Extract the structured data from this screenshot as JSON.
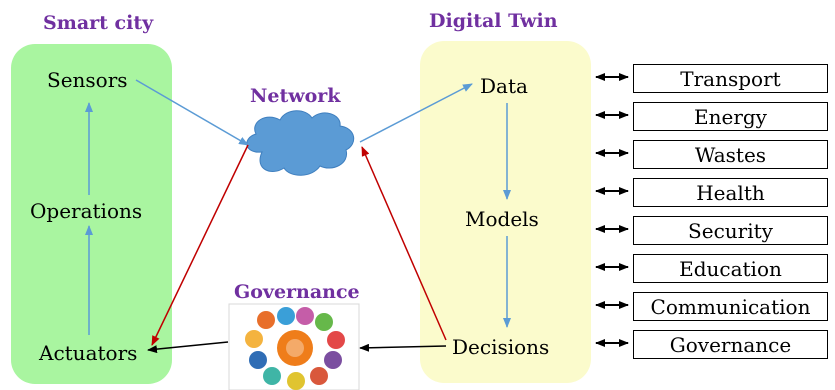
{
  "titles": {
    "smart_city": "Smart city",
    "network": "Network",
    "digital_twin": "Digital Twin",
    "governance": "Governance"
  },
  "smart_city": {
    "sensors": "Sensors",
    "operations": "Operations",
    "actuators": "Actuators"
  },
  "digital_twin": {
    "data": "Data",
    "models": "Models",
    "decisions": "Decisions"
  },
  "domains": [
    "Transport",
    "Energy",
    "Wastes",
    "Health",
    "Security",
    "Education",
    "Communication",
    "Governance"
  ],
  "colors": {
    "title": "#7030a0",
    "smart_city_panel": "#a9f5a0",
    "digital_twin_panel": "#fbfbcc",
    "blue_arrow": "#5b9bd5",
    "red_arrow": "#c00000",
    "cloud": "#5b9bd5"
  }
}
